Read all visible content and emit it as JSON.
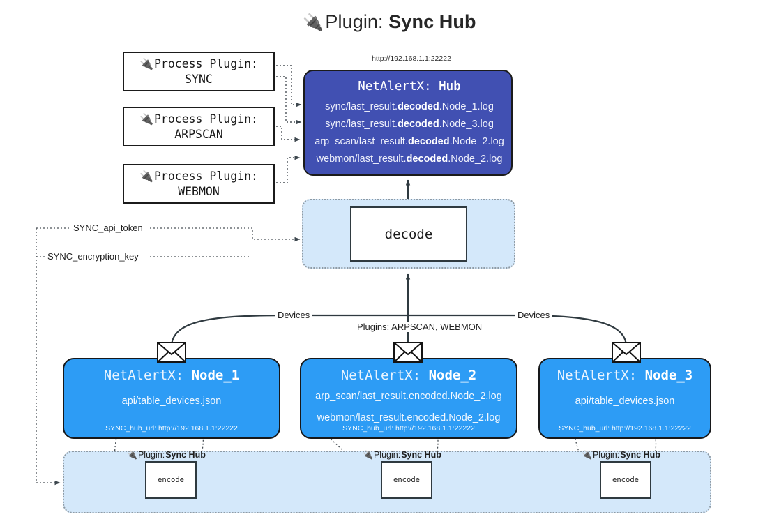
{
  "title": {
    "icon": "plug-icon",
    "prefix": "Plugin: ",
    "name": "Sync Hub"
  },
  "hub": {
    "url": "http://192.168.1.1:22222",
    "title_prefix": "NetAlertX: ",
    "title_name": "Hub",
    "lines": [
      {
        "pre": "sync/last_result.",
        "mid": "decoded",
        "post": ".Node_1.log"
      },
      {
        "pre": "sync/last_result.",
        "mid": "decoded",
        "post": ".Node_3.log"
      },
      {
        "pre": "arp_scan/last_result.",
        "mid": "decoded",
        "post": ".Node_2.log"
      },
      {
        "pre": "webmon/last_result.",
        "mid": "decoded",
        "post": ".Node_2.log"
      }
    ],
    "color": "#4150b2"
  },
  "process_plugins": [
    {
      "icon": "plug-icon",
      "label": "Process Plugin:",
      "name": "SYNC"
    },
    {
      "icon": "plug-icon",
      "label": "Process Plugin:",
      "name": "ARPSCAN"
    },
    {
      "icon": "plug-icon",
      "label": "Process Plugin:",
      "name": "WEBMON"
    }
  ],
  "decode": {
    "label": "decode",
    "container_color": "#d4e8fa"
  },
  "secrets": [
    {
      "label": "SYNC_api_token"
    },
    {
      "label": "SYNC_encryption_key"
    }
  ],
  "edge_labels": {
    "devices_left": "Devices",
    "devices_right": "Devices",
    "plugins_middle": "Plugins: ARPSCAN, WEBMON"
  },
  "nodes": [
    {
      "title_prefix": "NetAlertX: ",
      "title_name": "Node_1",
      "lines": [
        "api/table_devices.json"
      ],
      "hub_url": "SYNC_hub_url: http://192.168.1.1:22222",
      "envelope": "envelope-icon",
      "color": "#2d9cf5"
    },
    {
      "title_prefix": "NetAlertX: ",
      "title_name": "Node_2",
      "lines": [
        "arp_scan/last_result.encoded.Node_2.log",
        "webmon/last_result.encoded.Node_2.log"
      ],
      "hub_url": "SYNC_hub_url: http://192.168.1.1:22222",
      "envelope": "envelope-icon",
      "color": "#2d9cf5"
    },
    {
      "title_prefix": "NetAlertX: ",
      "title_name": "Node_3",
      "lines": [
        "api/table_devices.json"
      ],
      "hub_url": "SYNC_hub_url: http://192.168.1.1:22222",
      "envelope": "envelope-icon",
      "color": "#2d9cf5"
    }
  ],
  "encoders": [
    {
      "plugin_icon": "plug-icon",
      "plugin_prefix": "Plugin: ",
      "plugin_name": "Sync Hub",
      "label": "encode"
    },
    {
      "plugin_icon": "plug-icon",
      "plugin_prefix": "Plugin: ",
      "plugin_name": "Sync Hub",
      "label": "encode"
    },
    {
      "plugin_icon": "plug-icon",
      "plugin_prefix": "Plugin: ",
      "plugin_name": "Sync Hub",
      "label": "encode"
    }
  ]
}
